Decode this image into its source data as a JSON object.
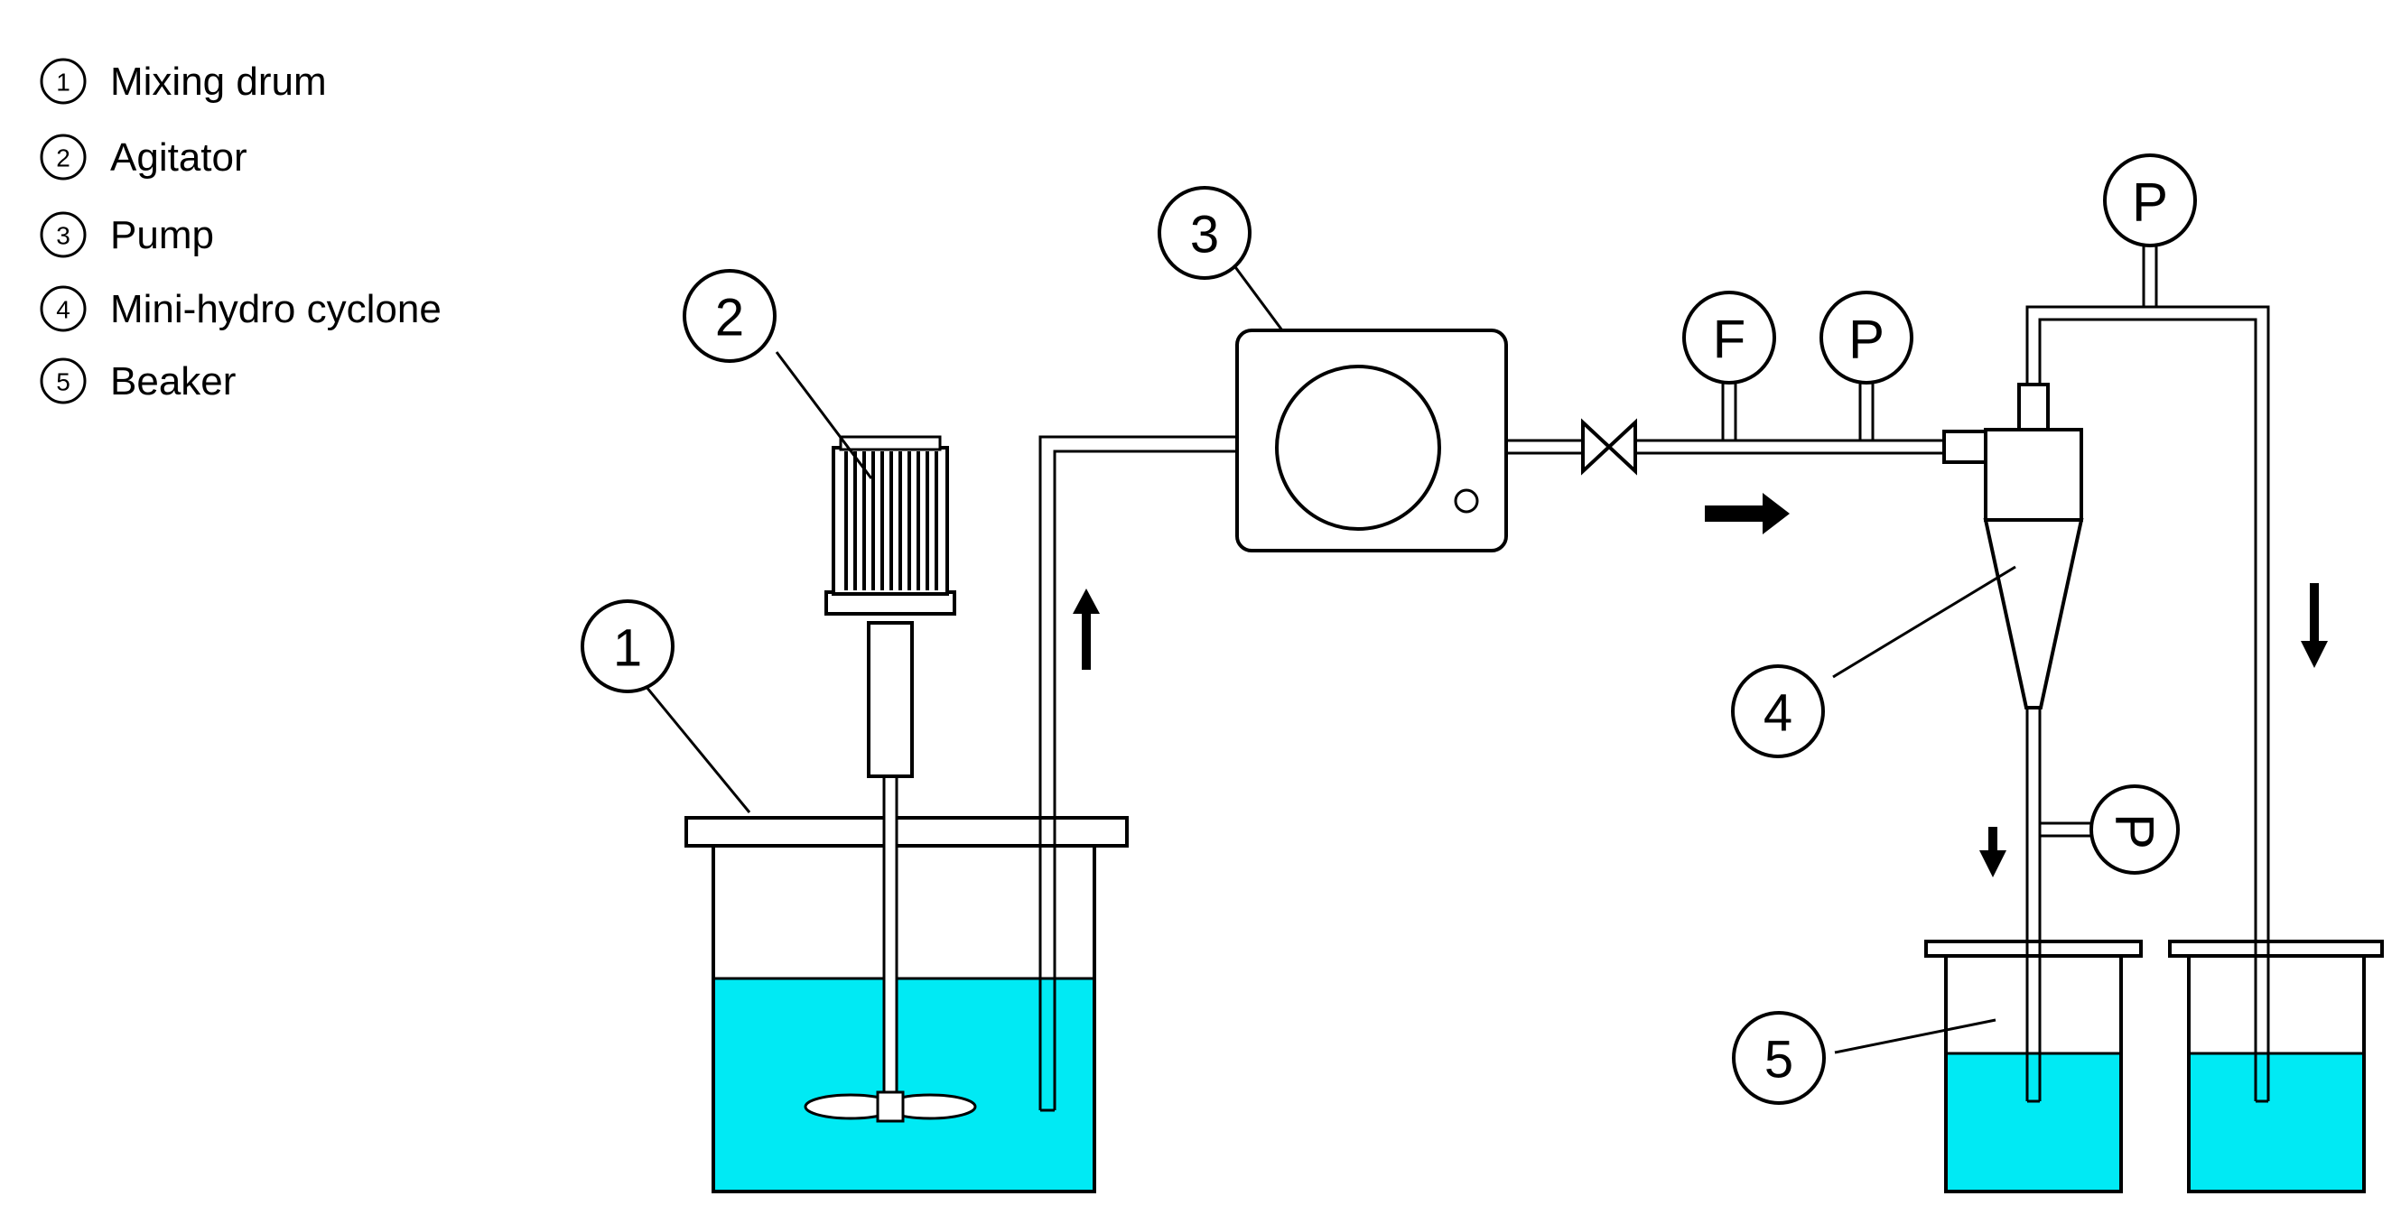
{
  "legend": [
    {
      "num": "1",
      "label": "Mixing drum"
    },
    {
      "num": "2",
      "label": "Agitator"
    },
    {
      "num": "3",
      "label": "Pump"
    },
    {
      "num": "4",
      "label": "Mini-hydro cyclone"
    },
    {
      "num": "5",
      "label": "Beaker"
    }
  ],
  "callouts": {
    "drum": "1",
    "agitator": "2",
    "pump": "3",
    "cyclone": "4",
    "beaker": "5"
  },
  "gauges": {
    "flow": "F",
    "pressure_inlet": "P",
    "pressure_overflow": "P",
    "pressure_underflow": "P"
  },
  "colors": {
    "liquid": "#00eaf4",
    "line": "#000000",
    "fill": "#ffffff"
  }
}
